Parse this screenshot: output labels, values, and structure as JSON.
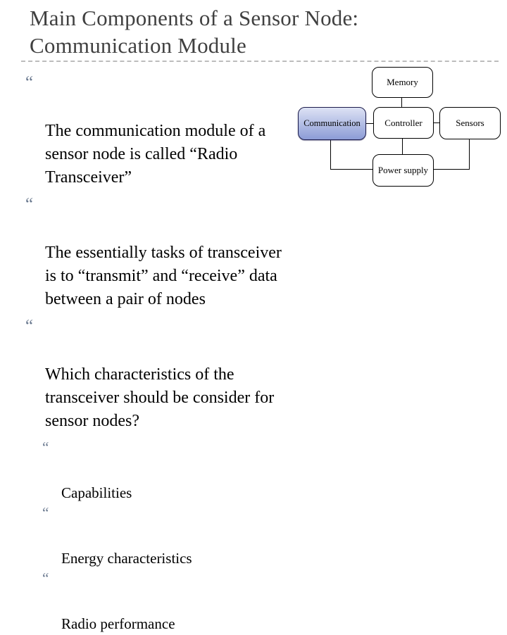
{
  "title": {
    "lines": [
      "Main Components of a Sensor Node:",
      "Communication Module"
    ]
  },
  "bullets": [
    {
      "lines": [
        "The communication module of a",
        "sensor node is called “Radio",
        "Transceiver”"
      ]
    },
    {
      "lines": [
        "The essentially tasks of transceiver",
        "is to “transmit” and “receive” data",
        "between a pair of nodes"
      ]
    },
    {
      "lines": [
        "Which characteristics of the",
        "transceiver should be consider for",
        "sensor nodes?"
      ]
    }
  ],
  "sub_bullets": [
    {
      "label": "Capabilities"
    },
    {
      "label": "Energy characteristics"
    },
    {
      "label": "Radio performance"
    }
  ],
  "icons": {
    "bullet_glyph": "“"
  },
  "diagram": {
    "nodes": {
      "memory": "Memory",
      "communication": "Communication",
      "controller": "Controller",
      "sensors": "Sensors",
      "power_supply": "Power supply"
    },
    "colors": {
      "highlight_top": "#dde2f4",
      "highlight_bottom": "#8c9cd6",
      "highlight_border": "#1b1b4b",
      "bullet": "#6b7a90",
      "title": "#404040",
      "separator": "#bdbdbd"
    }
  }
}
